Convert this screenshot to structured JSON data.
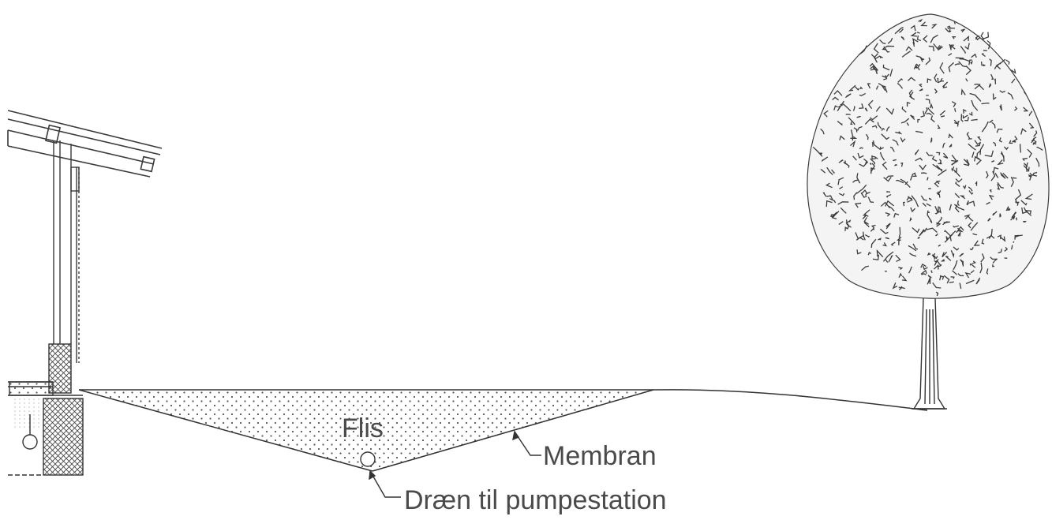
{
  "labels": {
    "fill": "Flis",
    "membrane": "Membran",
    "drain": "Dræn til pumpestation"
  },
  "colors": {
    "line": "#3a3a3a",
    "text": "#4a4a4a",
    "hatch": "#555555",
    "foliage": "#3c3c3c"
  },
  "icons": [
    "house-wall",
    "roof-overhang",
    "foundation",
    "drain-pipe",
    "tree"
  ]
}
